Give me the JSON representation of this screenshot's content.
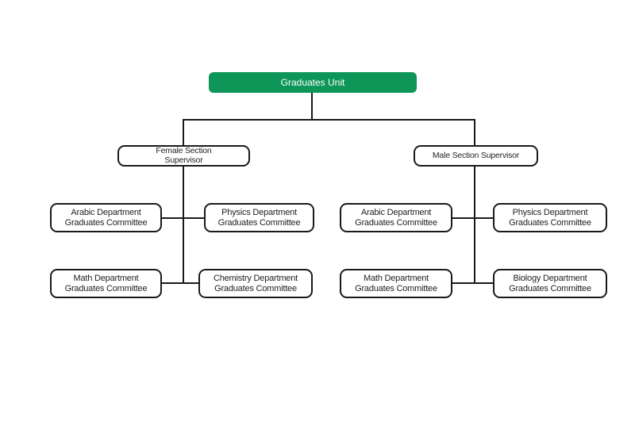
{
  "diagram": {
    "type": "org-chart",
    "colors": {
      "root_fill": "#0d9657",
      "root_text": "#ffffff",
      "box_fill": "#ffffff",
      "box_border": "#1a1a1a",
      "box_text": "#1f1f1f",
      "connector": "#1a1a1a",
      "canvas": "#ffffff"
    },
    "root": {
      "label": "Graduates Unit"
    },
    "female_branch": {
      "supervisor": {
        "line1": "Female Section",
        "line2": "Supervisor"
      },
      "committees": [
        {
          "line1": "Arabic Department",
          "line2": "Graduates Committee"
        },
        {
          "line1": "Physics Department",
          "line2": "Graduates Committee"
        },
        {
          "line1": "Math Department",
          "line2": "Graduates Committee"
        },
        {
          "line1": "Chemistry Department",
          "line2": "Graduates Committee"
        }
      ]
    },
    "male_branch": {
      "supervisor": {
        "line1": "Male Section Supervisor"
      },
      "committees": [
        {
          "line1": "Arabic Department",
          "line2": "Graduates Committee"
        },
        {
          "line1": "Physics Department",
          "line2": "Graduates Committee"
        },
        {
          "line1": "Math Department",
          "line2": "Graduates Committee"
        },
        {
          "line1": "Biology Department",
          "line2": "Graduates Committee"
        }
      ]
    }
  }
}
